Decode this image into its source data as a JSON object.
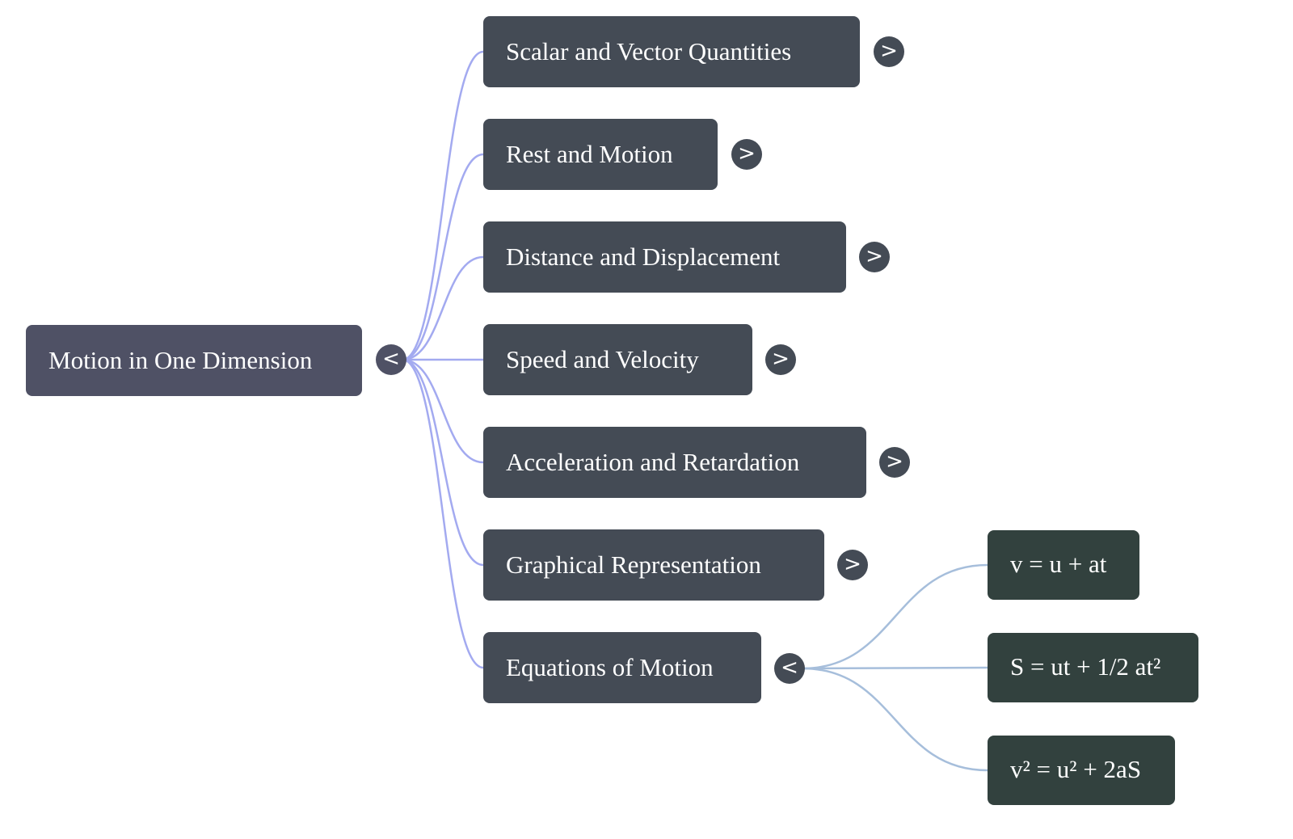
{
  "mindmap": {
    "root": {
      "label": "Motion in One Dimension",
      "toggle": "<",
      "expanded": true
    },
    "children": [
      {
        "label": "Scalar and Vector Quantities",
        "toggle": ">",
        "expanded": false
      },
      {
        "label": "Rest and Motion",
        "toggle": ">",
        "expanded": false
      },
      {
        "label": "Distance and Displacement",
        "toggle": ">",
        "expanded": false
      },
      {
        "label": "Speed and Velocity",
        "toggle": ">",
        "expanded": false
      },
      {
        "label": "Acceleration and Retardation",
        "toggle": ">",
        "expanded": false
      },
      {
        "label": "Graphical Representation",
        "toggle": ">",
        "expanded": false
      },
      {
        "label": "Equations of Motion",
        "toggle": "<",
        "expanded": true,
        "children": [
          {
            "label": "v = u + at"
          },
          {
            "label": "S = ut + 1/2 at²"
          },
          {
            "label": "v² = u² + 2aS"
          }
        ]
      }
    ],
    "colors": {
      "root_fill": "#4f5165",
      "level1_fill": "#444b55",
      "leaf_fill": "#32413e",
      "level1_edge": "#a3aaf0",
      "leaf_edge": "#a6bedb",
      "text": "#ffffff"
    }
  }
}
